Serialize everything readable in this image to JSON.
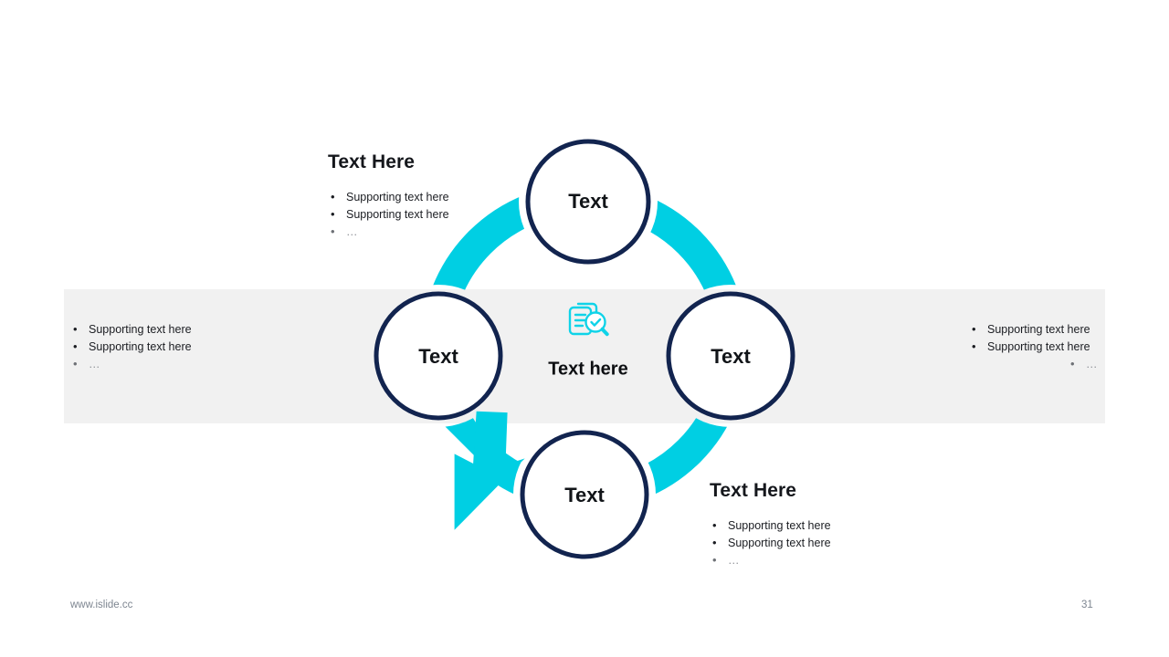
{
  "slide": {
    "background_color": "#ffffff",
    "band_color": "#f1f1f1",
    "accent_cyan": "#00cfe3",
    "accent_navy": "#122a52"
  },
  "diagram": {
    "type": "cycle-4",
    "center": {
      "icon": "document-check-magnifier-icon",
      "label": "Text here"
    },
    "nodes": [
      {
        "position": "top",
        "label": "Text"
      },
      {
        "position": "right",
        "label": "Text"
      },
      {
        "position": "bottom",
        "label": "Text"
      },
      {
        "position": "left",
        "label": "Text"
      }
    ],
    "arrow_direction": "counter-clockwise",
    "arrow_head_position": "bottom-left"
  },
  "blocks": {
    "top_left": {
      "heading": "Text Here",
      "bullets": [
        "Supporting  text here",
        "Supporting  text here",
        "…"
      ]
    },
    "left": {
      "heading": "",
      "bullets": [
        "Supporting  text here",
        "Supporting  text here",
        "…"
      ]
    },
    "right": {
      "heading": "",
      "bullets": [
        "Supporting  text here",
        "Supporting  text here",
        "…"
      ]
    },
    "bottom_right": {
      "heading": "Text Here",
      "bullets": [
        "Supporting  text here",
        "Supporting  text here",
        "…"
      ]
    }
  },
  "footer": {
    "url": "www.islide.cc",
    "page_number": "31"
  }
}
